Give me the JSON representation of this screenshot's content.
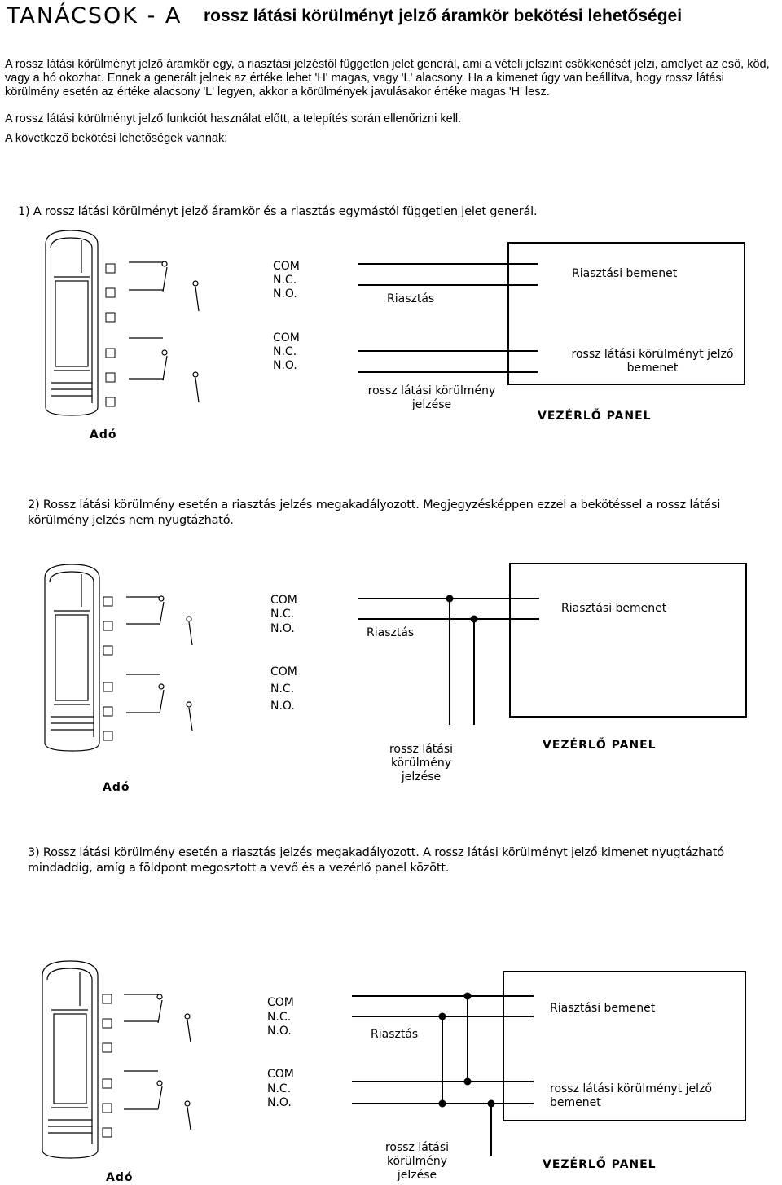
{
  "header": {
    "code": "TANÁCSOK - A",
    "title": "rossz látási körülményt jelző áramkör bekötési lehetőségei"
  },
  "intro": {
    "p1": "A rossz látási körülményt jelző áramkör egy, a riasztási jelzéstől független jelet generál, ami a vételi jelszint csökkenését jelzi, amelyet az eső, köd, vagy a hó okozhat. Ennek a generált jelnek az értéke lehet 'H' magas, vagy 'L' alacsony. Ha a kimenet úgy van beállítva, hogy rossz látási körülmény esetén az értéke alacsony 'L' legyen, akkor a körülmények javulásakor értéke magas 'H' lesz.",
    "p2": "A rossz látási körülményt jelző funkciót használat előtt, a telepítés során ellenőrizni kell.",
    "p3": "A következő bekötési lehetőségek vannak:"
  },
  "sections": [
    {
      "caption": "1) A rossz látási körülményt jelző áramkör és a riasztás egymástól független jelet generál.",
      "terminal_group_1": [
        "COM",
        "N.C.",
        "N.O."
      ],
      "terminal_group_2": [
        "COM",
        "N.C.",
        "N.O."
      ],
      "alarm_line": "Riasztás",
      "weather_line": "rossz látási körülmény jelzése",
      "alarm_input": "Riasztási bemenet",
      "weather_input": "rossz látási körülményt jelző bemenet",
      "panel": "VEZÉRLŐ PANEL",
      "transmitter": "Adó"
    },
    {
      "caption": "2) Rossz látási körülmény esetén a riasztás jelzés megakadályozott. Megjegyzésképpen ezzel a bekötéssel a rossz látási körülmény jelzés nem nyugtázható.",
      "terminal_group_1": [
        "COM",
        "N.C.",
        "N.O."
      ],
      "terminal_group_2": [
        "COM",
        "N.C.",
        "N.O."
      ],
      "alarm_line": "Riasztás",
      "weather_line": "rossz látási körülmény jelzése",
      "alarm_input": "Riasztási bemenet",
      "panel": "VEZÉRLŐ PANEL",
      "transmitter": "Adó"
    },
    {
      "caption": "3) Rossz látási körülmény esetén a riasztás jelzés megakadályozott. A rossz látási körülményt jelző kimenet nyugtázható mindaddig, amíg a földpont megosztott a vevő és a vezérlő panel között.",
      "terminal_group_1": [
        "COM",
        "N.C.",
        "N.O."
      ],
      "terminal_group_2": [
        "COM",
        "N.C.",
        "N.O."
      ],
      "alarm_line": "Riasztás",
      "weather_line": "rossz látási körülmény jelzése",
      "alarm_input": "Riasztási bemenet",
      "weather_input": "rossz látási körülményt jelző bemenet",
      "panel": "VEZÉRLŐ PANEL",
      "transmitter": "Adó"
    }
  ]
}
